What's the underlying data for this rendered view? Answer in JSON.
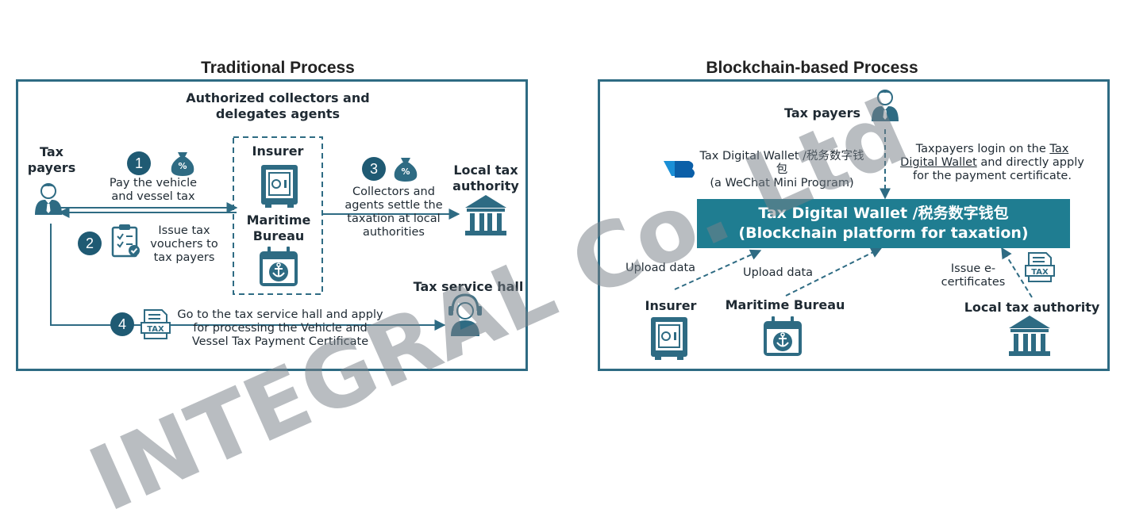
{
  "traditional": {
    "title": "Traditional Process",
    "collectors_label": "Authorized collectors and delegates agents",
    "tax_payers": "Tax payers",
    "insurer": "Insurer",
    "maritime_bureau": "Maritime Bureau",
    "local_tax_authority": "Local tax authority",
    "tax_service_hall": "Tax service hall",
    "steps": [
      {
        "number": "1",
        "text": "Pay the vehicle and vessel tax"
      },
      {
        "number": "2",
        "text": "Issue tax vouchers to tax payers"
      },
      {
        "number": "3",
        "text": "Collectors and agents settle the taxation at local authorities"
      },
      {
        "number": "4",
        "text": "Go to the tax service hall and apply for processing the Vehicle and Vessel Tax Payment Certificate"
      }
    ]
  },
  "blockchain": {
    "title": "Blockchain-based Process",
    "tax_payers": "Tax payers",
    "wallet_app_line1": "Tax Digital Wallet /税务数字钱包",
    "wallet_app_line2": "(a WeChat Mini Program)",
    "login_prefix": "Taxpayers login on the ",
    "login_link": "Tax Digital Wallet",
    "login_suffix": " and directly apply for the payment certificate.",
    "platform_line1": "Tax Digital Wallet /税务数字钱包",
    "platform_line2": "(Blockchain platform for taxation)",
    "upload_data_1": "Upload data",
    "upload_data_2": "Upload data",
    "issue_ecert": "Issue e-certificates",
    "insurer": "Insurer",
    "maritime_bureau": "Maritime Bureau",
    "local_tax_authority": "Local tax authority"
  },
  "icons": {
    "money_bag": "%",
    "tax_doc": "TAX"
  },
  "watermark": "INTEGRAL Co. Ltd",
  "colors": {
    "teal": "#2e6b83",
    "dark_teal": "#1f5a73",
    "platform": "#1f7d91"
  }
}
